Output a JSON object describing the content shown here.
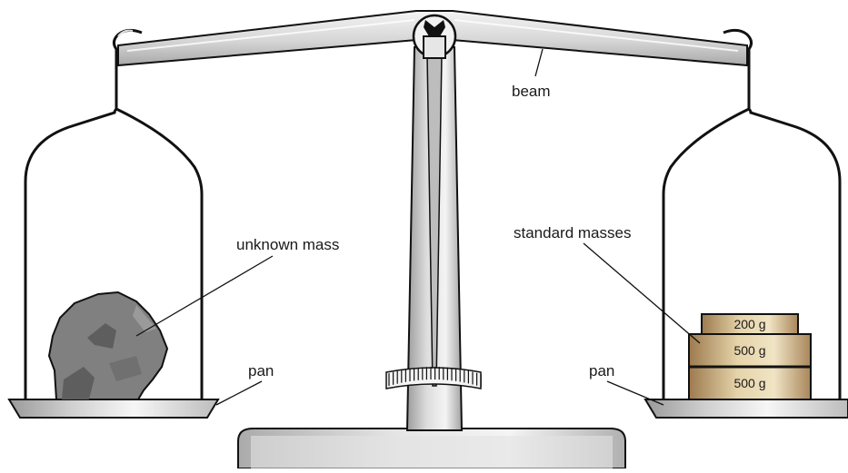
{
  "labels": {
    "beam": "beam",
    "unknown_mass": "unknown mass",
    "standard_masses": "standard masses",
    "pan_left": "pan",
    "pan_right": "pan"
  },
  "weights": [
    {
      "label": "200 g"
    },
    {
      "label": "500 g"
    },
    {
      "label": "500 g"
    }
  ],
  "colors": {
    "metal_light": "#eeeeee",
    "metal_mid": "#c8c8c8",
    "metal_dark": "#9a9a9a",
    "rock": "#808080",
    "rock_dark": "#5e5e5e",
    "brass_light": "#eadcb8",
    "brass_dark": "#a8865a",
    "outline": "#111111"
  }
}
